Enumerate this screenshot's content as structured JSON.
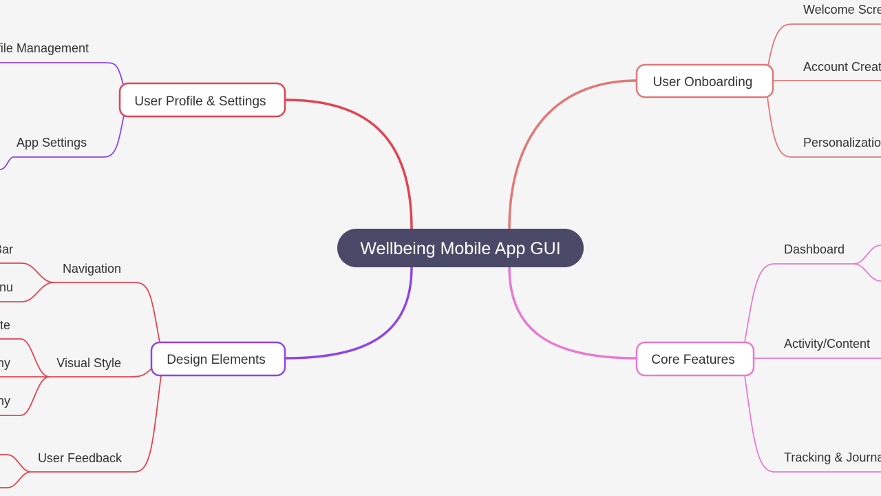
{
  "root": {
    "label": "Wellbeing Mobile App GUI",
    "color": "#4a4a68"
  },
  "branches": {
    "profile": {
      "label": "User Profile & Settings",
      "color": "#e04552",
      "child_color": "#8e44e8",
      "children": [
        "Profile Management",
        "App Settings"
      ]
    },
    "onboarding": {
      "label": "User Onboarding",
      "color": "#e07878",
      "children": [
        "Welcome Screen",
        "Account Creation",
        "Personalization"
      ]
    },
    "design": {
      "label": "Design Elements",
      "color": "#8e44e8",
      "child_color": "#e04552",
      "children": [
        "Navigation",
        "Visual Style",
        "User Feedback"
      ],
      "leaves": [
        "Bar",
        "nu",
        "te",
        "hy",
        "hy"
      ]
    },
    "core": {
      "label": "Core Features",
      "color": "#e87ad0",
      "children": [
        "Dashboard",
        "Activity/Content",
        "Tracking & Journal"
      ]
    }
  }
}
